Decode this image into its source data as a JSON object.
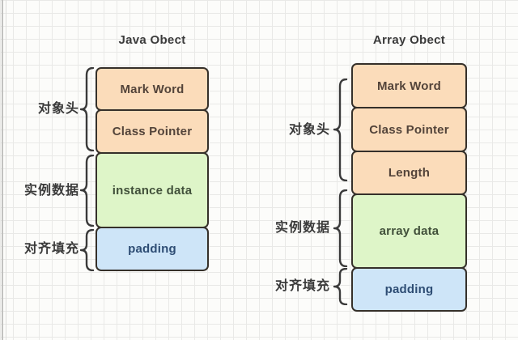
{
  "colors": {
    "header_fill": "#fbdcba",
    "data_fill": "#def5c8",
    "padding_fill": "#cee5f8",
    "box_border": "#35302a",
    "brace_stroke": "#3a3a3a",
    "grid_line": "#e9e9e7",
    "background": "#fcfcfa"
  },
  "diagrams": [
    {
      "title": "Java Obect",
      "blocks": [
        {
          "label": "Mark Word"
        },
        {
          "label": "Class Pointer"
        },
        {
          "label": "instance data"
        },
        {
          "label": "padding"
        }
      ],
      "groups": [
        {
          "label": "对象头"
        },
        {
          "label": "实例数据"
        },
        {
          "label": "对齐填充"
        }
      ]
    },
    {
      "title": "Array Obect",
      "blocks": [
        {
          "label": "Mark Word"
        },
        {
          "label": "Class Pointer"
        },
        {
          "label": "Length"
        },
        {
          "label": "array data"
        },
        {
          "label": "padding"
        }
      ],
      "groups": [
        {
          "label": "对象头"
        },
        {
          "label": "实例数据"
        },
        {
          "label": "对齐填充"
        }
      ]
    }
  ]
}
